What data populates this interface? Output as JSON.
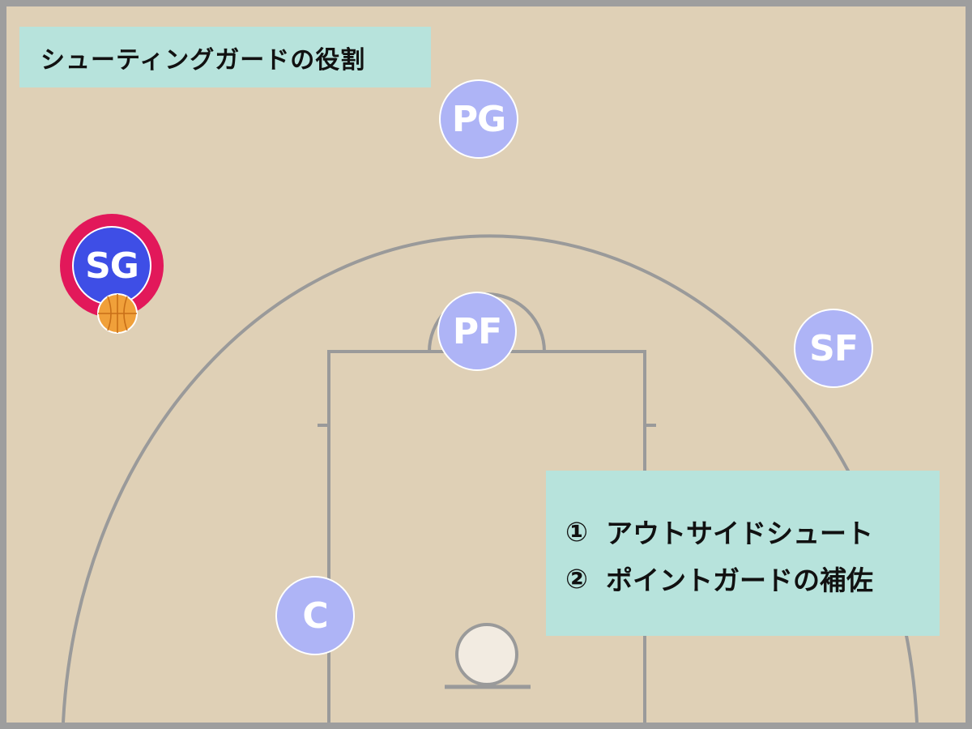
{
  "title": "シューティングガードの役割",
  "roles": [
    {
      "num": "①",
      "text": "アウトサイドシュート"
    },
    {
      "num": "②",
      "text": "ポイントガードの補佐"
    }
  ],
  "players": {
    "pg": "PG",
    "sg": "SG",
    "pf": "PF",
    "sf": "SF",
    "c": "C"
  },
  "highlighted_player": "SG",
  "colors": {
    "court": "#dfd0b6",
    "line": "#9a9a9a",
    "label_box": "#b7e3dc",
    "player": "#aeb4f6",
    "highlight_fill": "#3e4ee6",
    "highlight_ring": "#e2185a",
    "ball": "#f0a03a"
  },
  "icons": [
    "basketball-icon"
  ]
}
